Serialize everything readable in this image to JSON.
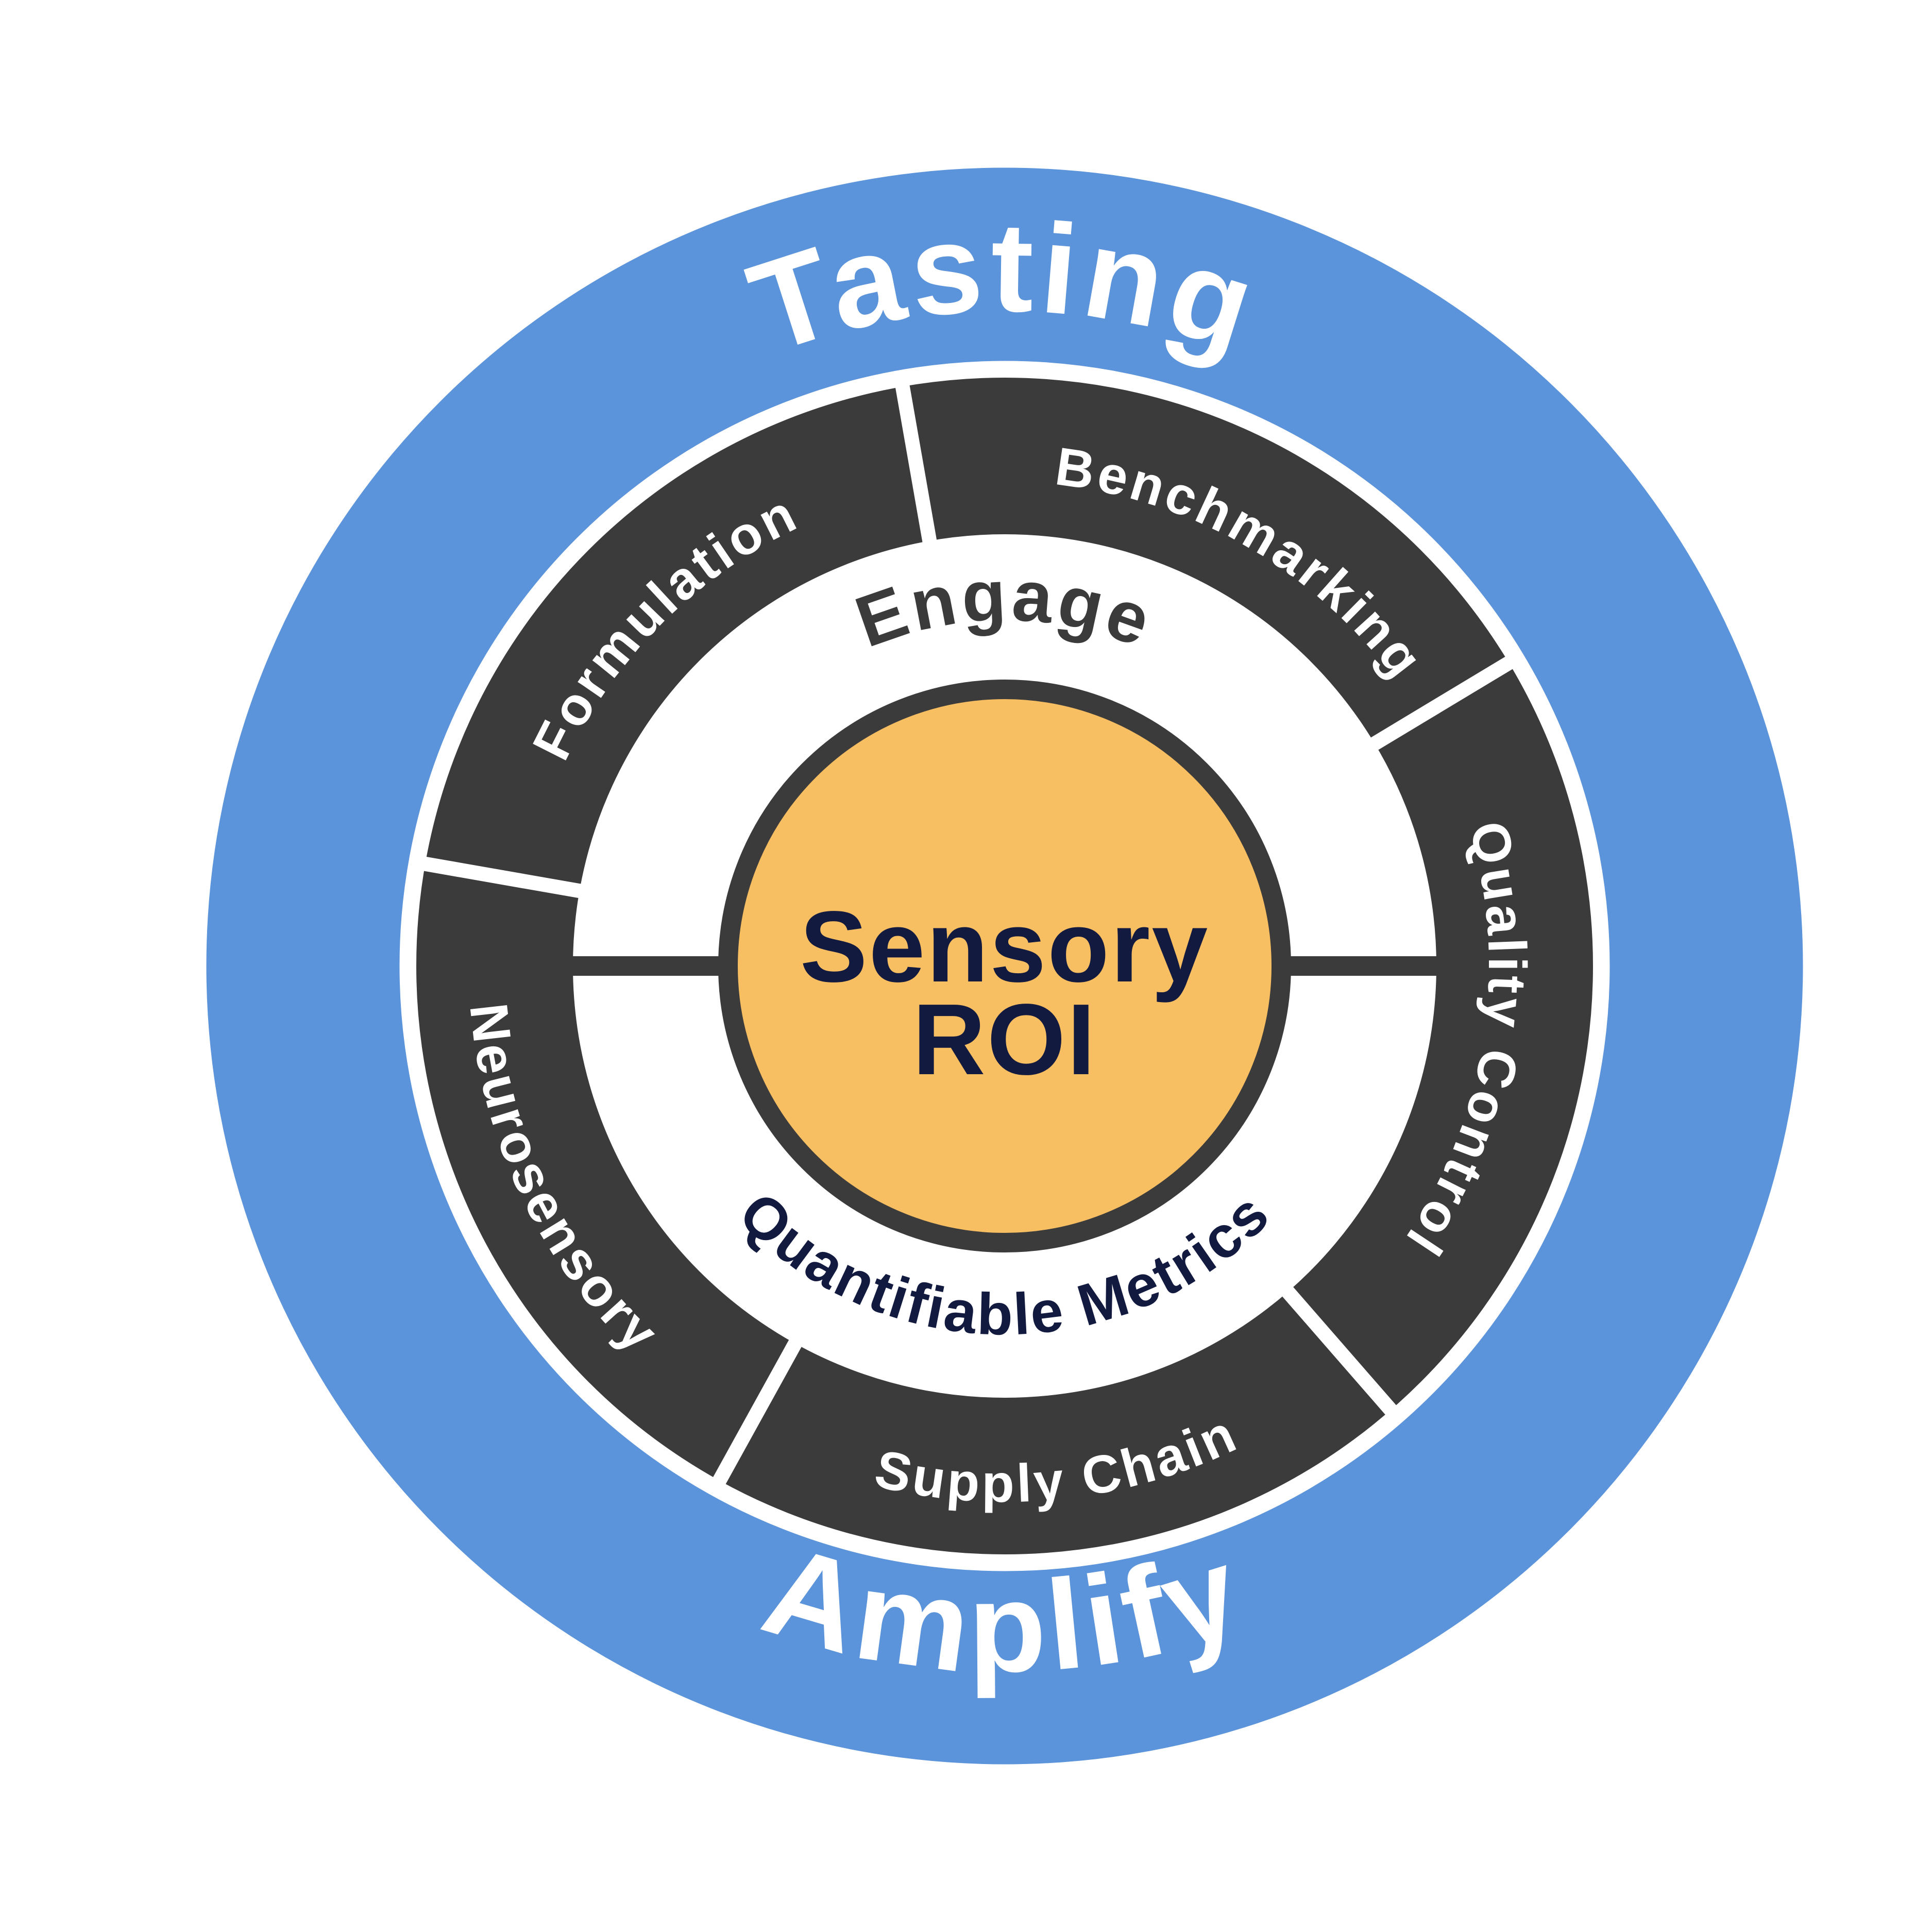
{
  "diagram": {
    "title": "Sensory ROI wheel",
    "colors": {
      "blue": "#5B94DB",
      "charcoal": "#3B3B3B",
      "orange": "#F7BE62",
      "navy": "#131A3F",
      "white": "#FFFFFF"
    },
    "outer_ring": {
      "top_label": "Tasting",
      "bottom_label": "Amplify"
    },
    "segments": {
      "formulation": "Formulation",
      "benchmarking": "Benchmarking",
      "quality_control": "Quality Control",
      "supply_chain": "Supply Chain",
      "neurosensory": "Neurosensory"
    },
    "inner_ring": {
      "top_label": "Engage",
      "bottom_label": "Quantifiable Metrics"
    },
    "center": {
      "line1": "Sensory",
      "line2": "ROI"
    }
  }
}
